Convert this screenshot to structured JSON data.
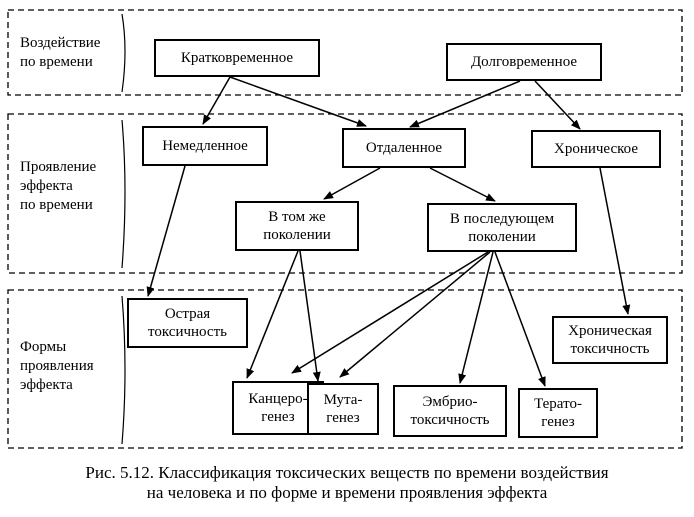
{
  "sections": {
    "time": {
      "line1": "Воздействие",
      "line2": "по времени"
    },
    "manifest": {
      "line1": "Проявление",
      "line2": "эффекта",
      "line3": "по времени"
    },
    "forms": {
      "line1": "Формы",
      "line2": "проявления",
      "line3": "эффекта"
    }
  },
  "nodes": {
    "short_term": "Кратковременное",
    "long_term": "Долговременное",
    "immediate": "Немедленное",
    "delayed": "Отдаленное",
    "chronic": "Хроническое",
    "same_gen": {
      "line1": "В том же",
      "line2": "поколении"
    },
    "next_gen": {
      "line1": "В последующем",
      "line2": "поколении"
    },
    "acute_tox": {
      "line1": "Острая",
      "line2": "токсичность"
    },
    "chronic_tox": {
      "line1": "Хроническая",
      "line2": "токсичность"
    },
    "carcino": {
      "line1": "Канцеро-",
      "line2": "генез"
    },
    "muta": {
      "line1": "Мута-",
      "line2": "генез"
    },
    "embryo": {
      "line1": "Эмбрио-",
      "line2": "токсичность"
    },
    "terato": {
      "line1": "Терато-",
      "line2": "генез"
    }
  },
  "caption": {
    "line1": "Рис. 5.12. Классификация токсических веществ по времени воздействия",
    "line2": "на человека и по форме и времени проявления эффекта"
  }
}
